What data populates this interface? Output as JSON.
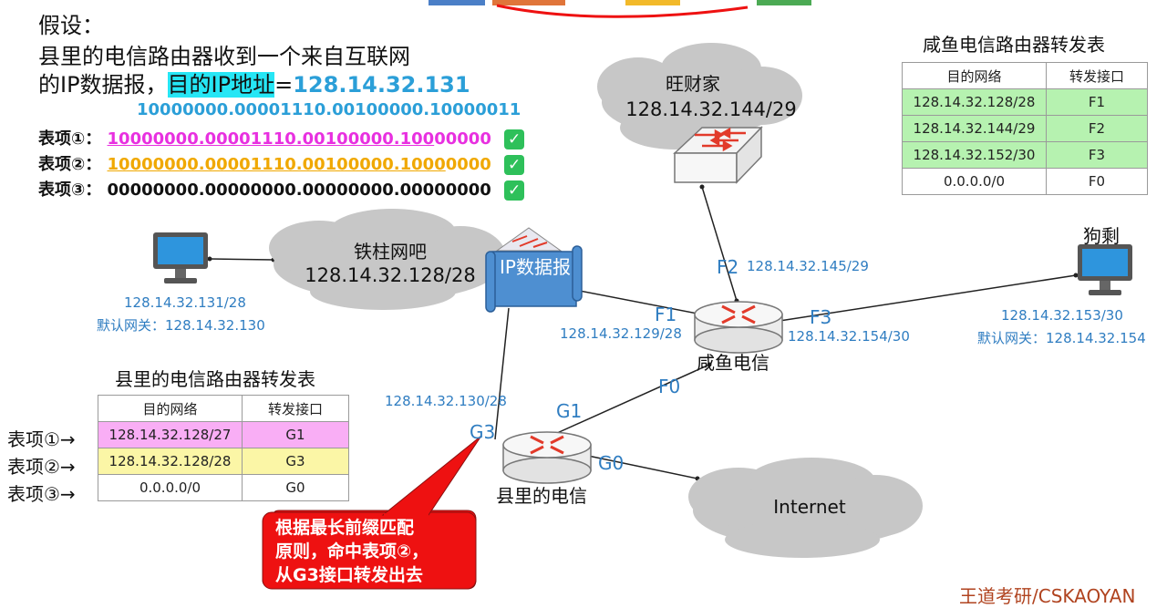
{
  "assumption": {
    "title": "假设：",
    "line1": "县里的电信路由器收到一个来自互联网",
    "line2_prefix": "的IP数据报，",
    "dest_label": "目的IP地址",
    "equals": "=",
    "dest_ip": "128.14.32.131",
    "dest_binary": "10000000.00001110.00100000.10000011"
  },
  "entries": [
    {
      "label": "表项①：",
      "matched": "10000000.00001110.00100000.100",
      "rest": "00000",
      "color": "#e830e0",
      "check": "✓"
    },
    {
      "label": "表项②：",
      "matched": "10000000.00001110.00100000.1000",
      "rest": "0000",
      "color": "#f0a800",
      "check": "✓"
    },
    {
      "label": "表项③：",
      "matched": "",
      "rest": "00000000.00000000.00000000.00000000",
      "color": "#111111",
      "check": "✓"
    }
  ],
  "xianyu_table": {
    "title": "咸鱼电信路由器转发表",
    "headers": [
      "目的网络",
      "转发接口"
    ],
    "rows": [
      {
        "net": "128.14.32.128/28",
        "iface": "F1",
        "bg": "#b6f2b0"
      },
      {
        "net": "128.14.32.144/29",
        "iface": "F2",
        "bg": "#b6f2b0"
      },
      {
        "net": "128.14.32.152/30",
        "iface": "F3",
        "bg": "#b6f2b0"
      },
      {
        "net": "0.0.0.0/0",
        "iface": "F0",
        "bg": "#ffffff"
      }
    ]
  },
  "county_table": {
    "title": "县里的电信路由器转发表",
    "headers": [
      "目的网络",
      "转发接口"
    ],
    "rows": [
      {
        "label": "表项①→",
        "net": "128.14.32.128/27",
        "iface": "G1",
        "bg": "#f9aef5"
      },
      {
        "label": "表项②→",
        "net": "128.14.32.128/28",
        "iface": "G3",
        "bg": "#fbf6a6"
      },
      {
        "label": "表项③→",
        "net": "0.0.0.0/0",
        "iface": "G0",
        "bg": "#ffffff"
      }
    ]
  },
  "clouds": {
    "wangcaijia": {
      "name": "旺财家",
      "net": "128.14.32.144/29"
    },
    "tiezhu": {
      "name": "铁柱网吧",
      "net": "128.14.32.128/28"
    },
    "internet": {
      "name": "Internet"
    }
  },
  "hosts": {
    "left": {
      "ip": "128.14.32.131/28",
      "gateway": "默认网关：128.14.32.130"
    },
    "goushen": {
      "name": "狗剩",
      "ip": "128.14.32.153/30",
      "gateway": "默认网关：128.14.32.154"
    }
  },
  "routers": {
    "xianyu": {
      "name": "咸鱼电信"
    },
    "county": {
      "name": "县里的电信"
    }
  },
  "ports": {
    "F1": "F1",
    "F1_ip": "128.14.32.129/28",
    "F2": "F2",
    "F2_ip": "128.14.32.145/29",
    "F3": "F3",
    "F3_ip": "128.14.32.154/30",
    "F0": "F0",
    "G1": "G1",
    "G3": "G3",
    "G3_ip": "128.14.32.130/28",
    "G0": "G0"
  },
  "datagram": {
    "text": "IP数据报"
  },
  "callout": {
    "line1": "根据最长前缀匹配",
    "line2": "原则，命中表项②，",
    "line3": "从G3接口转发出去"
  },
  "watermark": "王道考研/CSKAOYAN",
  "colors": {
    "accent_blue": "#2f7dc1",
    "highlight_cyan": "#26e6f5",
    "callout_red": "#ee1111",
    "cloud_gray": "#c7c7c7"
  }
}
